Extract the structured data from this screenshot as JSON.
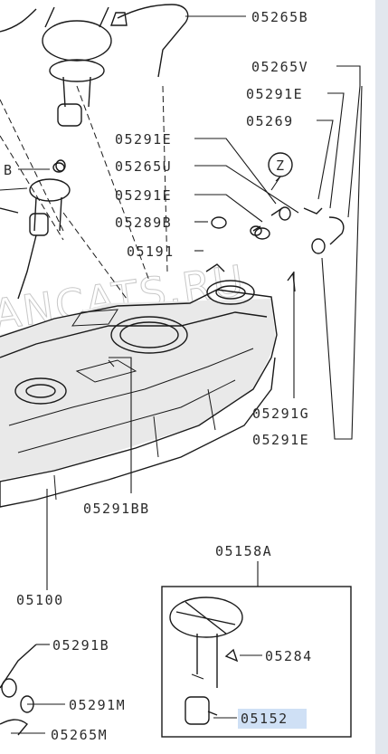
{
  "watermark": "ANCATS.RU",
  "callouts": {
    "c05265B": "05265B",
    "c05265V": "05265V",
    "c05291E_1": "05291E",
    "c05269": "05269",
    "c05291E_2": "05291E",
    "c05265U": "05265U",
    "c05291E_3": "05291E",
    "c05289B": "05289B",
    "c05191": "05191",
    "cB": "B",
    "c05291G": "05291G",
    "c05291E_4": "05291E",
    "c05291BB": "05291BB",
    "c05100": "05100",
    "c05158A": "05158A",
    "c05284": "05284",
    "c05152": "05152",
    "c05291B": "05291B",
    "c05291M": "05291M",
    "c05265M": "05265M"
  },
  "view_marker": "Z",
  "highlight_color": "#cfe0f5"
}
